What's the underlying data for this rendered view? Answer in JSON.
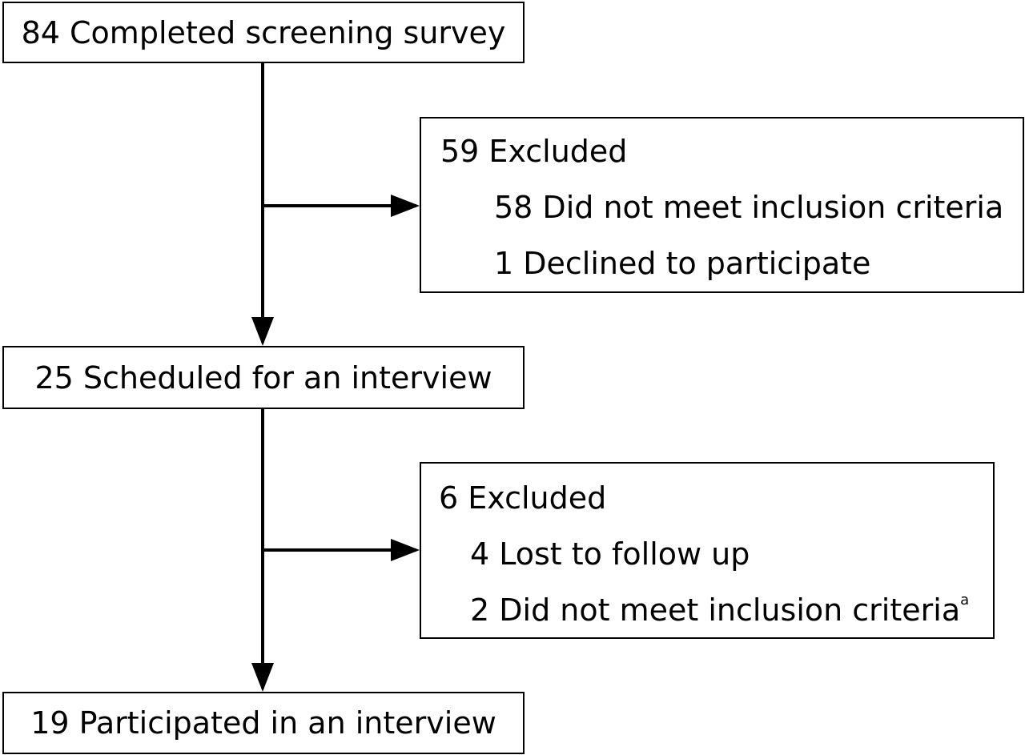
{
  "flow": {
    "screened": "84 Completed screening survey",
    "scheduled": "25 Scheduled for an interview",
    "participated": "19 Participated in an interview"
  },
  "exclusion1": {
    "title": "59 Excluded",
    "reason1": "58 Did not meet inclusion criteria",
    "reason2": "1 Declined to participate"
  },
  "exclusion2": {
    "title": "6 Excluded",
    "reason1": "4 Lost to follow up",
    "reason2": "2 Did not meet inclusion criteria",
    "reason2_footnote": "a"
  }
}
